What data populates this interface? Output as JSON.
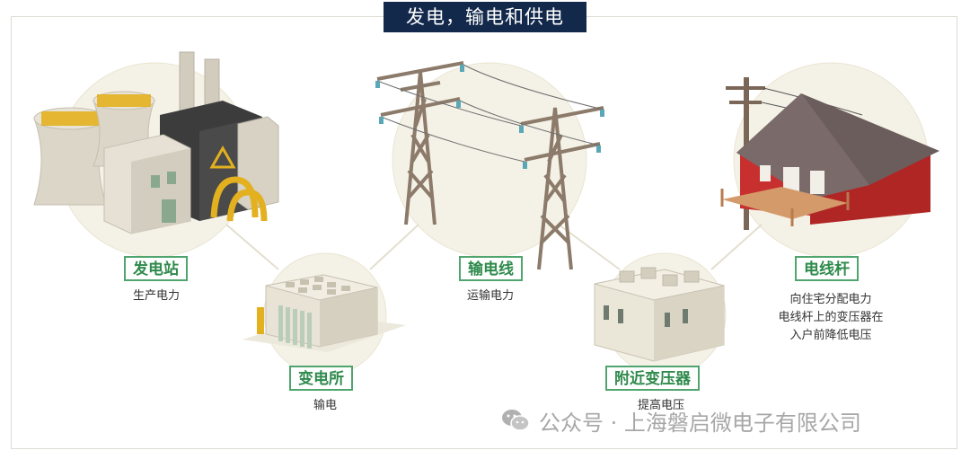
{
  "title": "发电，输电和供电",
  "stages": {
    "generation": {
      "label": "发电站",
      "desc": "生产电力"
    },
    "substation": {
      "label": "变电所",
      "desc": "输电"
    },
    "lines": {
      "label": "输电线",
      "desc": "运输电力"
    },
    "transformer": {
      "label": "附近变压器",
      "desc": "提高电压"
    },
    "pole": {
      "label": "电线杆",
      "desc": [
        "向住宅分配电力",
        "电线杆上的变压器在",
        "入户前降低电压"
      ]
    }
  },
  "watermark": {
    "text": "公众号 · 上海磐启微电子有限公司",
    "icon": "wechat-icon"
  },
  "colors": {
    "title_bg": "#13294b",
    "label_border": "#4fa56d",
    "label_text": "#2f8a4c",
    "circle": "#f4f1e6",
    "tower": "#8c7a6a",
    "house": "#c7302e",
    "roof": "#6b5d5c"
  }
}
